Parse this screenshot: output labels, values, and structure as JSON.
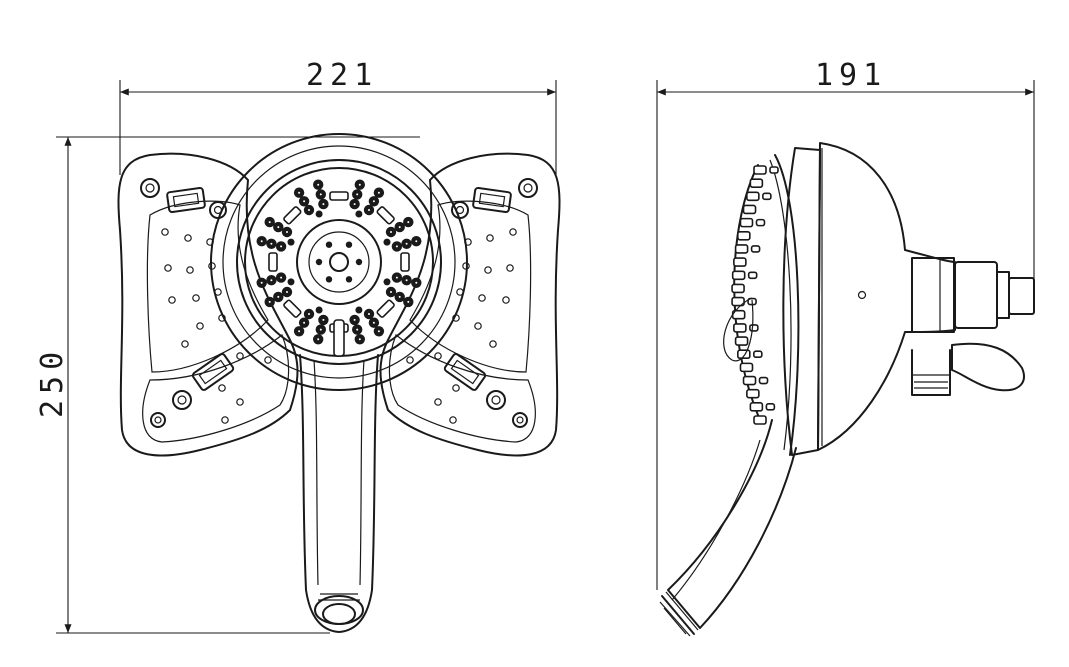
{
  "dimensions": {
    "front_width": "221",
    "height": "250",
    "side_width": "191"
  }
}
